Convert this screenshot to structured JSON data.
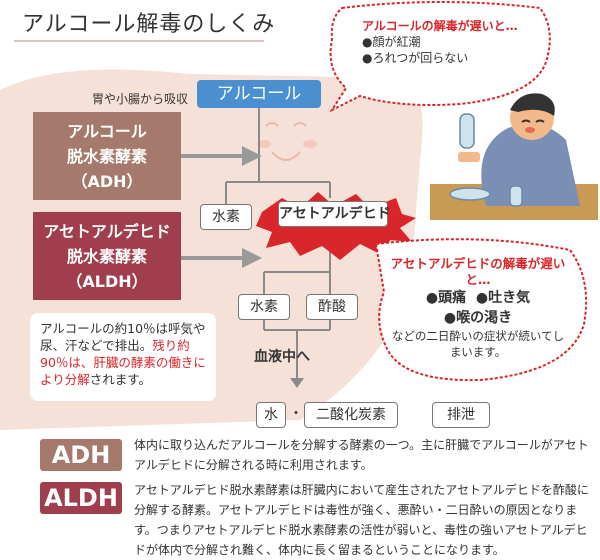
{
  "title": "アルコール解毒のしくみ",
  "absorb_text": "胃や小腸から吸収",
  "alcohol": "アルコール",
  "enzyme1": {
    "line1": "アルコール",
    "line2": "脱水素酵素",
    "line3": "（ADH）"
  },
  "enzyme2": {
    "line1": "アセトアルデヒド",
    "line2": "脱水素酵素",
    "line3": "（ALDH）"
  },
  "hydrogen": "水素",
  "acetaldehyde": "アセトアルデヒド",
  "acetic_acid": "酢酸",
  "blood": "血液中へ",
  "water": "水",
  "dot": "・",
  "co2": "二酸化炭素",
  "excretion": "排泄",
  "note": {
    "p1": "アルコールの約10％は呼気や尿、汗などで排出。",
    "p2": "残り約90％は、肝臓の酵素の働きにより分解",
    "p3": "されます。"
  },
  "bubble1": {
    "title": "アルコールの解毒が遅いと…",
    "item1": "●顔が紅潮",
    "item2": "●ろれつが回らない"
  },
  "bubble2": {
    "title": "アセトアルデヒドの解毒が遅いと…",
    "item1": "●頭痛",
    "item2": "●吐き気",
    "item3": "●喉の渇き",
    "footer": "などの二日酔いの症状が続いてしまいます。"
  },
  "adh": {
    "label": "ADH",
    "text": "体内に取り込んだアルコールを分解する酵素の一つ。主に肝臓でアルコールがアセトアルデヒドに分解される時に利用されます。"
  },
  "aldh": {
    "label": "ALDH",
    "text": "アセトアルデヒド脱水素酵素は肝臓内において産生されたアセトアルデヒドを酢酸に分解する酵素。アセトアルデヒドは毒性が強く、悪酔い・二日酔いの原因となります。つまりアセトアルデヒド脱水素酵素の活性が弱いと、毒性の強いアセトアルデヒドが体内で分解され難く、体内に長く留まるということになります。"
  },
  "colors": {
    "liver": "#f6e1d9",
    "blue": "#4a8fd0",
    "adh": "#a57a6c",
    "aldh": "#a03e4e",
    "red": "#d9262a"
  }
}
